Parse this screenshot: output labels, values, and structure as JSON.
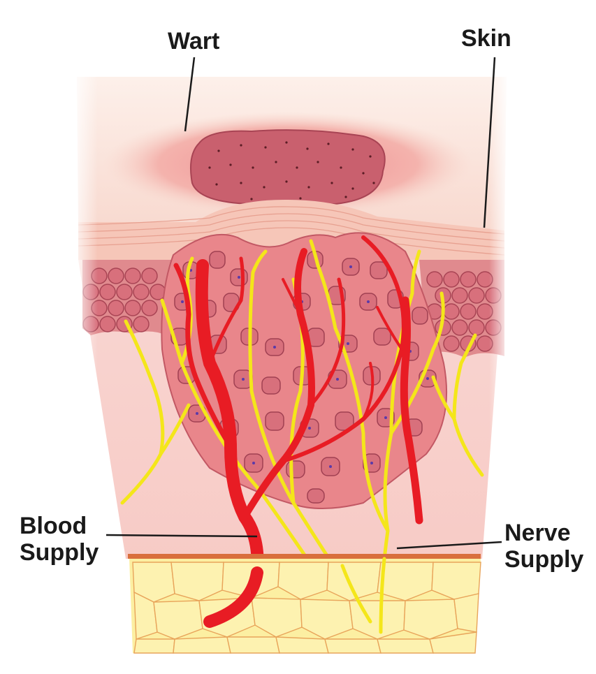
{
  "labels": {
    "wart": "Wart",
    "skin": "Skin",
    "blood_supply": [
      "Blood",
      "Supply"
    ],
    "nerve_supply": [
      "Nerve",
      "Supply"
    ]
  },
  "colors": {
    "skin_surface": "#f6c9bc",
    "wart_top": "#c9606e",
    "epidermis_cells": "#d8707c",
    "dermis": "#f8d5d0",
    "fat": "#fcefa2",
    "blood_vessel": "#e81c24",
    "nerve": "#f4e61a"
  }
}
